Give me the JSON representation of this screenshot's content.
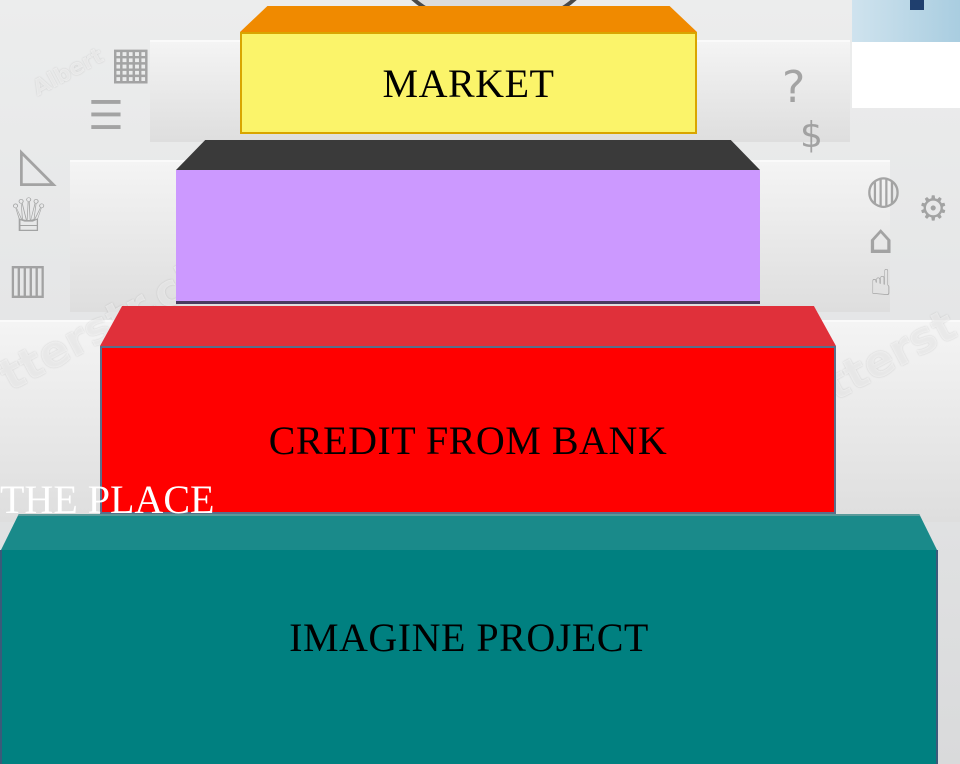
{
  "steps": [
    {
      "label": "MARKET",
      "color": "#fbf46a"
    },
    {
      "label": "",
      "color": "#cc99ff"
    },
    {
      "label": "CREDIT FROM BANK",
      "color": "#ff0000"
    },
    {
      "label": "IMAGINE PROJECT",
      "color": "#008080"
    }
  ],
  "side_label": "THE PLACE",
  "watermarks": [
    "tterstr.ck",
    "tterst",
    "Albert"
  ],
  "colors": {
    "market_top": "#f08a00",
    "purple_top": "#3a3a3a",
    "red_top": "#e0303a",
    "teal_top": "#1a8a8a"
  },
  "icons": [
    "calculator-icon",
    "books-icon",
    "trophy-icon",
    "ruler-icon",
    "speech-bubble-icon",
    "money-icon",
    "globe-icon",
    "gears-icon",
    "house-icon",
    "thumbs-up-icon",
    "bar-chart-icon"
  ]
}
